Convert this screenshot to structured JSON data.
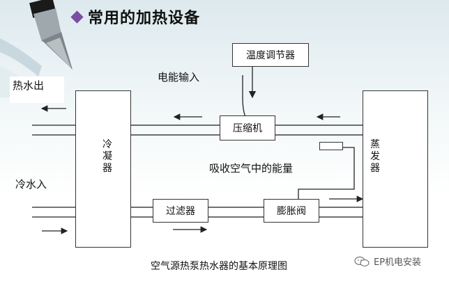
{
  "title": "常用的加热设备",
  "labels": {
    "hot_water_out": "热水出",
    "cold_water_in": "冷水入",
    "power_input": "电能输入",
    "absorb_energy": "吸收空气中的能量",
    "caption": "空气源热泵热水器的基本原理图"
  },
  "components": {
    "temp_control": "温度调节器",
    "compressor": "压缩机",
    "filter": "过滤器",
    "expansion_valve": "膨胀阀",
    "condenser": "冷凝器",
    "evaporator": "蒸发器"
  },
  "watermark": "EP机电安装",
  "icons": [
    "pen-icon",
    "diamond-bullet-icon",
    "wechat-icon"
  ],
  "colors": {
    "bullet": "#7b4ea6",
    "line": "#222222"
  }
}
